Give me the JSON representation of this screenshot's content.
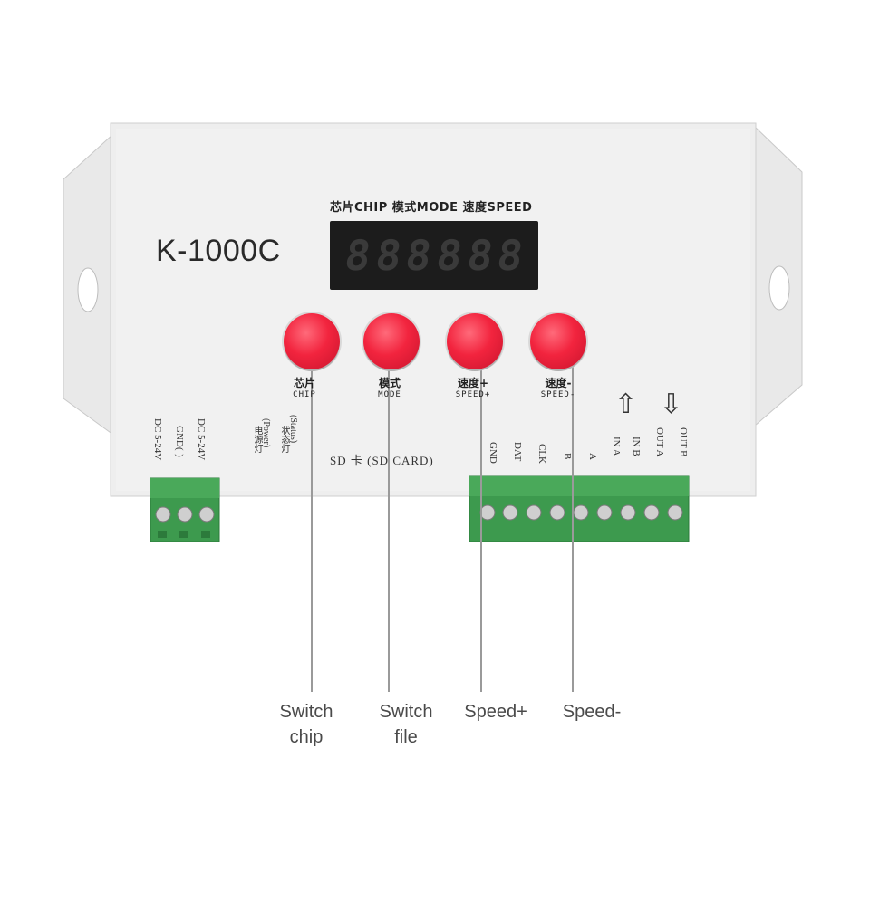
{
  "device": {
    "model": "K-1000C",
    "display_header": "芯片CHIP 模式MODE 速度SPEED",
    "display_digits": [
      "8",
      "8",
      "8",
      "8",
      "8",
      "8"
    ],
    "buttons": [
      {
        "cn": "芯片",
        "en": "CHIP"
      },
      {
        "cn": "模式",
        "en": "MODE"
      },
      {
        "cn": "速度+",
        "en": "SPEED+"
      },
      {
        "cn": "速度-",
        "en": "SPEED-"
      }
    ],
    "power_terminal_labels": [
      "DC 5-24V",
      "GND(-)",
      "DC 5-24V"
    ],
    "indicator_labels": [
      "电源灯",
      "(Power)",
      "状态灯",
      "(Status)"
    ],
    "sd_card_label": "SD 卡 (SD CARD)",
    "output_terminal_labels": [
      "GND",
      "DAT",
      "CLK",
      "B",
      "A",
      "IN A",
      "IN B",
      "OUT A",
      "OUT B"
    ],
    "arrows": [
      "⇧",
      "⇩"
    ],
    "colors": {
      "button": "#f2243e",
      "terminal": "#3d9a4e",
      "casing": "#eeeeee",
      "display": "#1c1c1c"
    }
  },
  "callouts": [
    {
      "text": "Switch\nchip"
    },
    {
      "text": "Switch\nfile"
    },
    {
      "text": "Speed+"
    },
    {
      "text": "Speed-"
    }
  ]
}
